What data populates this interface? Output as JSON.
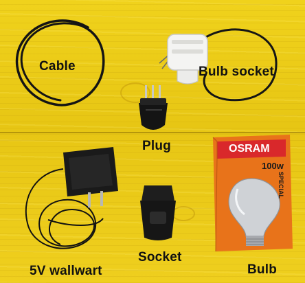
{
  "labels": {
    "cable": "Cable",
    "bulb_socket": "Bulb socket",
    "plug": "Plug",
    "wallwart": "5V wallwart",
    "socket": "Socket",
    "bulb": "Bulb"
  },
  "bulb_box": {
    "brand": "OSRAM",
    "wattage": "100w",
    "variant": "SPECIAL"
  },
  "colors": {
    "background": "#e8c81a",
    "box": "#e8731a",
    "brand_band": "#d9282b"
  }
}
